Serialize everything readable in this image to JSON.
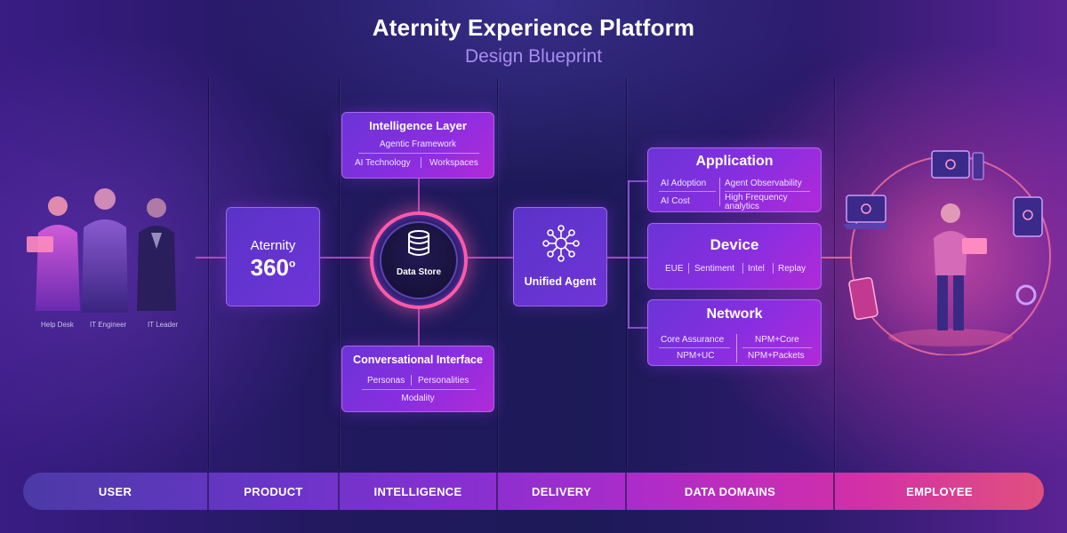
{
  "header": {
    "title": "Aternity Experience Platform",
    "subtitle": "Design Blueprint"
  },
  "users": {
    "labels": [
      "Help Desk",
      "IT Engineer",
      "IT Leader"
    ]
  },
  "product": {
    "name": "Aternity",
    "version": "360",
    "sup": "o"
  },
  "intelligence_layer": {
    "title": "Intelligence Layer",
    "row1": "Agentic Framework",
    "row2_left": "AI Technology",
    "row2_right": "Workspaces"
  },
  "data_store": {
    "label": "Data Store"
  },
  "conversational_interface": {
    "title": "Conversational Interface",
    "row1_left": "Personas",
    "row1_right": "Personalities",
    "row2": "Modality"
  },
  "unified_agent": {
    "label": "Unified Agent"
  },
  "application": {
    "title": "Application",
    "left_top": "AI Adoption",
    "left_bottom": "AI Cost",
    "right_top": "Agent Observability",
    "right_bottom_1": "High Frequency",
    "right_bottom_2": "analytics"
  },
  "device": {
    "title": "Device",
    "items": [
      "EUE",
      "Sentiment",
      "Intel",
      "Replay"
    ]
  },
  "network": {
    "title": "Network",
    "left_top": "Core Assurance",
    "left_bottom": "NPM+UC",
    "right_top": "NPM+Core",
    "right_bottom": "NPM+Packets"
  },
  "bottom_bar": {
    "segments": [
      "USER",
      "PRODUCT",
      "INTELLIGENCE",
      "DELIVERY",
      "DATA DOMAINS",
      "EMPLOYEE"
    ]
  },
  "colors": {
    "accent_pink": "#ff5aa8",
    "card_purple": "#8a2ee0",
    "subtitle_lavender": "#a98cf2"
  },
  "icons": {
    "data_store": "database-icon",
    "unified_agent": "network-hub-icon",
    "users": "people-illustration",
    "employee": "employee-devices-illustration"
  }
}
